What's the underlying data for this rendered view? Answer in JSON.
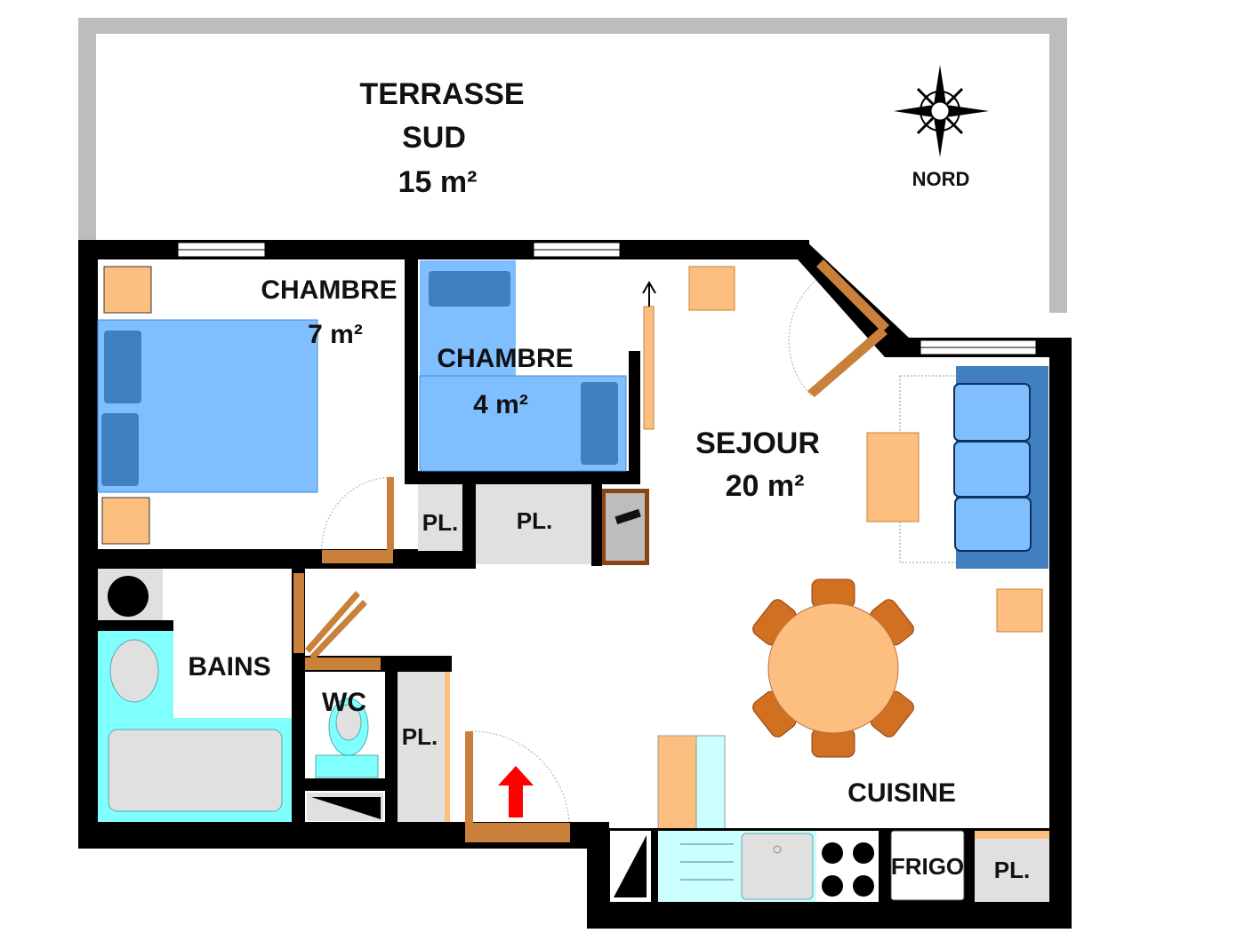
{
  "plan": {
    "terrace": {
      "name_line1": "TERRASSE",
      "name_line2": "SUD",
      "area": "15  m²"
    },
    "compass_label": "NORD",
    "rooms": {
      "chambre1": {
        "name": "CHAMBRE",
        "area": "7 m²"
      },
      "chambre2": {
        "name": "CHAMBRE",
        "area": "4 m²"
      },
      "sejour": {
        "name": "SEJOUR",
        "area": "20  m²"
      },
      "bains": {
        "name": "BAINS"
      },
      "wc": {
        "name": "WC"
      },
      "cuisine": {
        "name": "CUISINE"
      },
      "frigo": "FRIGO"
    },
    "placards": [
      "PL.",
      "PL.",
      "PL.",
      "PL."
    ]
  },
  "colors": {
    "wall": "#000000",
    "furniture": "#fdbf7f",
    "bed": "#80bfff",
    "pillow": "#4080c0",
    "door": "#c8803a",
    "water": "#80ffff",
    "entrance_arrow": "#ff0000"
  }
}
